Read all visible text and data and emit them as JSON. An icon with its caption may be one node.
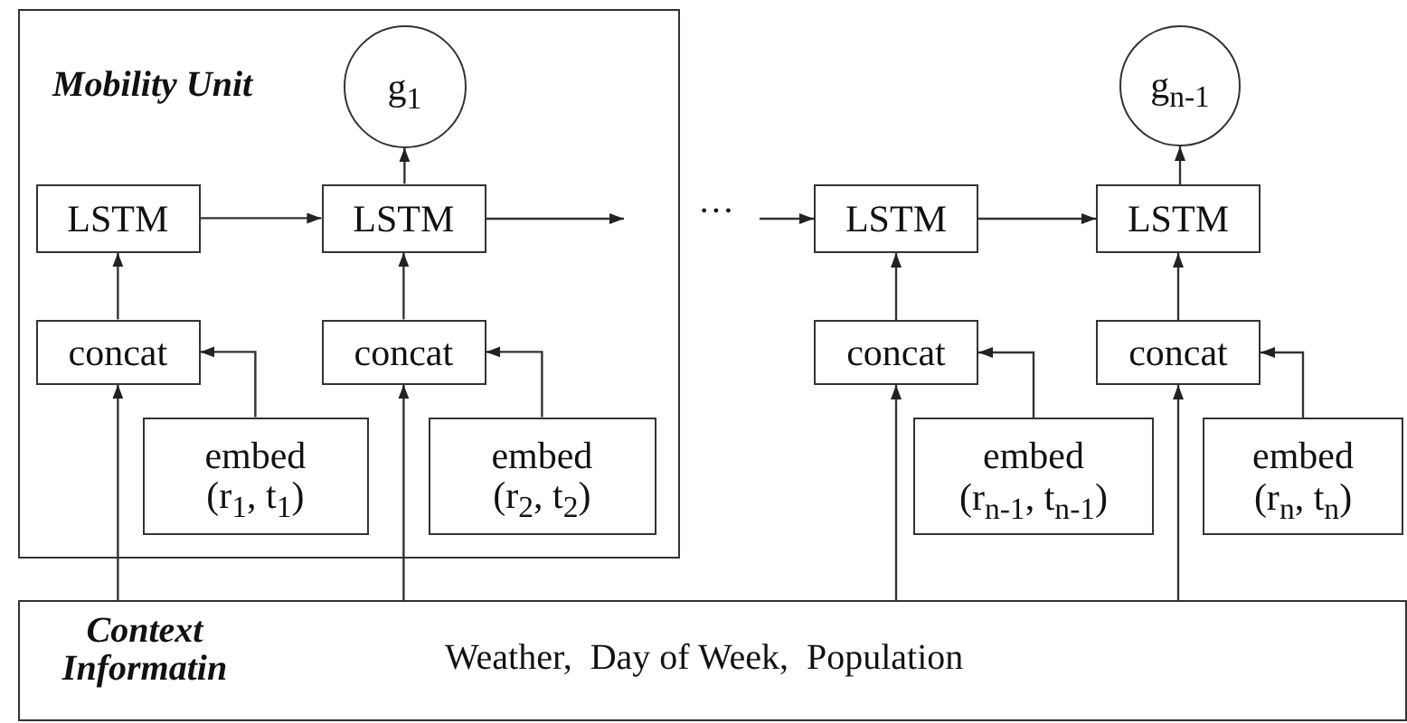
{
  "diagram": {
    "nodes": [
      {
        "text": [
          "Mobility Unit"
        ]
      },
      {
        "text": [
          "g$_{1}$"
        ],
        "in": 0
      },
      {
        "text": [
          "LSTM"
        ],
        "in": 0
      },
      {
        "text": [
          "LSTM"
        ],
        "in": 0
      },
      {
        "text": [
          "concat"
        ],
        "in": 0
      },
      {
        "text": [
          "concat"
        ],
        "in": 0
      },
      {
        "text": [
          "embed",
          "(r$_{1}$, t$_{1}$)"
        ],
        "in": 0
      },
      {
        "text": [
          "embed",
          "(r$_{2}$, t$_{2}$)"
        ],
        "in": 0
      },
      {
        "text": [
          "g$_{n-1}$"
        ]
      },
      {
        "text": [
          "LSTM"
        ]
      },
      {
        "text": [
          "LSTM"
        ]
      },
      {
        "text": [
          "concat"
        ]
      },
      {
        "text": [
          "concat"
        ]
      },
      {
        "text": [
          "embed",
          "(r$_{n-1}$, t$_{n-1}$)"
        ]
      },
      {
        "text": [
          "embed",
          "(r$_{n}$, t$_{n}$)"
        ]
      },
      {
        "text": [
          "Context Informatin",
          "Weather,  Day of Week,  Population"
        ]
      }
    ],
    "edges": [
      {
        "from": 2,
        "to": 3,
        "arrow": "to"
      },
      {
        "from": 3,
        "to": null,
        "arrow": "to"
      },
      {
        "from": null,
        "to": 9,
        "arrow": "to"
      },
      {
        "from": 9,
        "to": 10,
        "arrow": "to"
      },
      {
        "from": 3,
        "to": 1,
        "arrow": "to"
      },
      {
        "from": 10,
        "to": 8,
        "arrow": "to"
      },
      {
        "from": 4,
        "to": 2,
        "arrow": "to"
      },
      {
        "from": 5,
        "to": 3,
        "arrow": "to"
      },
      {
        "from": 11,
        "to": 9,
        "arrow": "to"
      },
      {
        "from": 12,
        "to": 10,
        "arrow": "to"
      },
      {
        "from": 6,
        "to": 4,
        "arrow": "to"
      },
      {
        "from": 7,
        "to": 5,
        "arrow": "to"
      },
      {
        "from": 13,
        "to": 11,
        "arrow": "to"
      },
      {
        "from": 14,
        "to": 12,
        "arrow": "to"
      },
      {
        "from": 15,
        "to": 4,
        "arrow": "to"
      },
      {
        "from": 15,
        "to": 5,
        "arrow": "to"
      },
      {
        "from": 15,
        "to": 11,
        "arrow": "to"
      },
      {
        "from": 15,
        "to": 12,
        "arrow": "to"
      }
    ],
    "labels": [
      "···"
    ]
  }
}
